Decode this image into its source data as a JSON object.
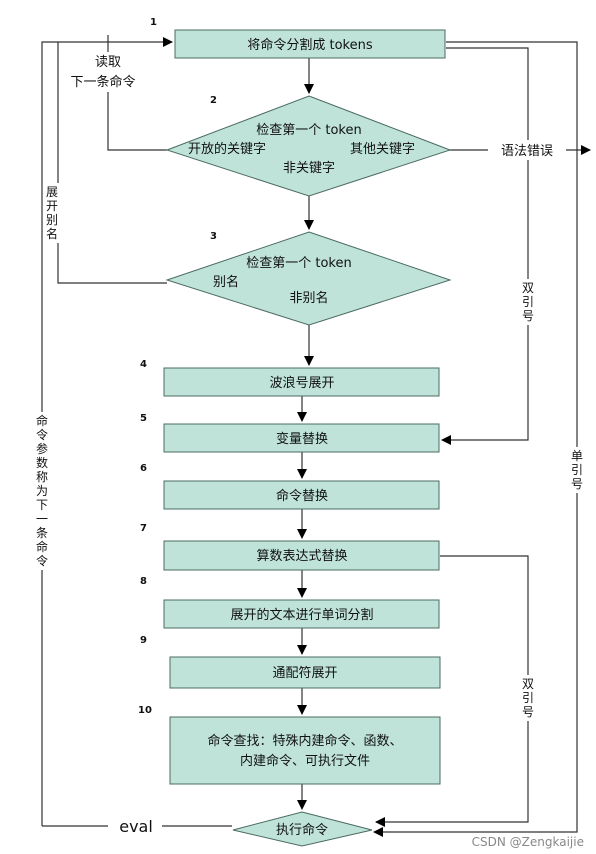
{
  "steps": {
    "tokenize": "将命令分割成 tokens",
    "check1": {
      "title": "检查第一个 token",
      "left": "开放的关键字",
      "right": "其他关键字",
      "bottom": "非关键字"
    },
    "check2": {
      "title": "检查第一个 token",
      "left": "别名",
      "bottom": "非别名"
    },
    "tilde": "波浪号展开",
    "variable": "变量替换",
    "command_sub": "命令替换",
    "arith": "算数表达式替换",
    "split": "展开的文本进行单词分割",
    "glob": "通配符展开",
    "lookup_line1": "命令查找：特殊内建命令、函数、",
    "lookup_line2": "内建命令、可执行文件",
    "exec": "执行命令"
  },
  "numbers": [
    "1",
    "2",
    "3",
    "4",
    "5",
    "6",
    "7",
    "8",
    "9",
    "10"
  ],
  "labels": {
    "read_next_1": "读取",
    "read_next_2": "下一条命令",
    "expand_alias": "展开别名",
    "syntax_error": "语法错误",
    "double_quote_1": "双引号",
    "double_quote_2": "双引号",
    "single_quote": "单引号",
    "args_as_next": "命令参数称为下一条命令",
    "eval": "eval"
  },
  "watermark": "CSDN @Zengkaijie"
}
